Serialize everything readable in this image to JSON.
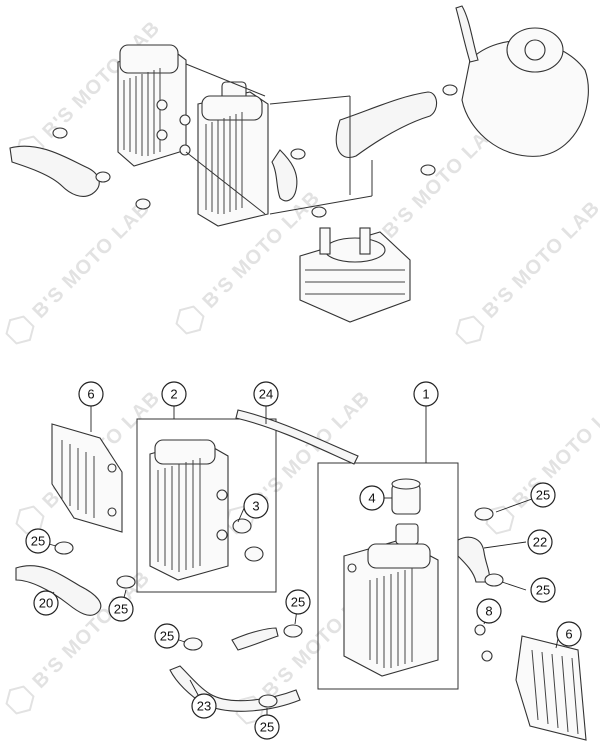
{
  "watermark": {
    "text": "B'S MOTO LAB"
  },
  "callouts": [
    {
      "id": "c6a",
      "label": "6"
    },
    {
      "id": "c2",
      "label": "2"
    },
    {
      "id": "c24",
      "label": "24"
    },
    {
      "id": "c1",
      "label": "1"
    },
    {
      "id": "c3",
      "label": "3"
    },
    {
      "id": "c4",
      "label": "4"
    },
    {
      "id": "c25a",
      "label": "25"
    },
    {
      "id": "c25b",
      "label": "25"
    },
    {
      "id": "c20",
      "label": "20"
    },
    {
      "id": "c25c",
      "label": "25"
    },
    {
      "id": "c22",
      "label": "22"
    },
    {
      "id": "c25d",
      "label": "25"
    },
    {
      "id": "c8",
      "label": "8"
    },
    {
      "id": "c6b",
      "label": "6"
    },
    {
      "id": "c25e",
      "label": "25"
    },
    {
      "id": "c25f",
      "label": "25"
    },
    {
      "id": "c23",
      "label": "23"
    },
    {
      "id": "c25g",
      "label": "25"
    }
  ]
}
